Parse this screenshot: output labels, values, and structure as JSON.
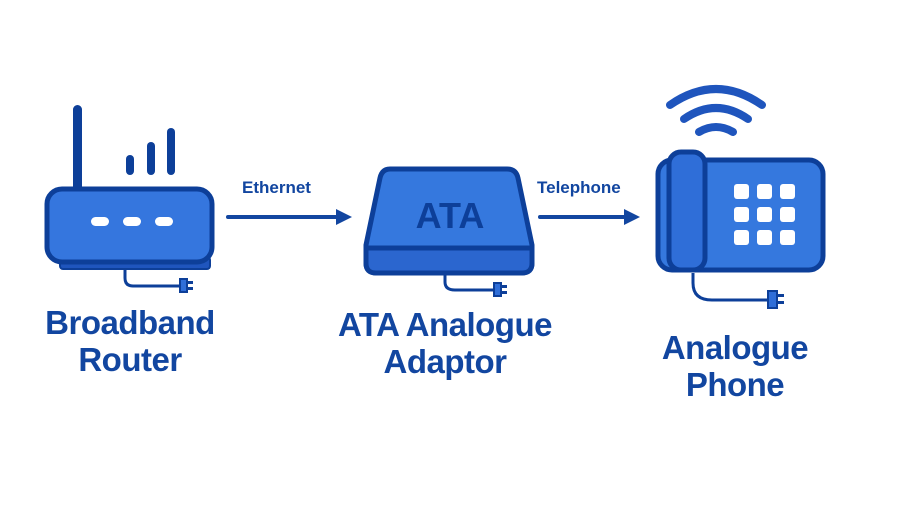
{
  "diagram": {
    "colors": {
      "stroke": "#0d3f99",
      "fill": "#2f6ed8",
      "fill_light": "#3b7be0",
      "text": "#1246a0",
      "background": "#ffffff"
    },
    "nodes": [
      {
        "id": "router",
        "icon": "router-icon",
        "label_line1": "Broadband",
        "label_line2": "Router"
      },
      {
        "id": "ata",
        "icon": "ata-device-icon",
        "badge": "ATA",
        "label_line1": "ATA Analogue",
        "label_line2": "Adaptor"
      },
      {
        "id": "phone",
        "icon": "desk-phone-icon",
        "label_line1": "Analogue",
        "label_line2": "Phone"
      }
    ],
    "edges": [
      {
        "from": "router",
        "to": "ata",
        "label": "Ethernet"
      },
      {
        "from": "ata",
        "to": "phone",
        "label": "Telephone"
      }
    ]
  }
}
